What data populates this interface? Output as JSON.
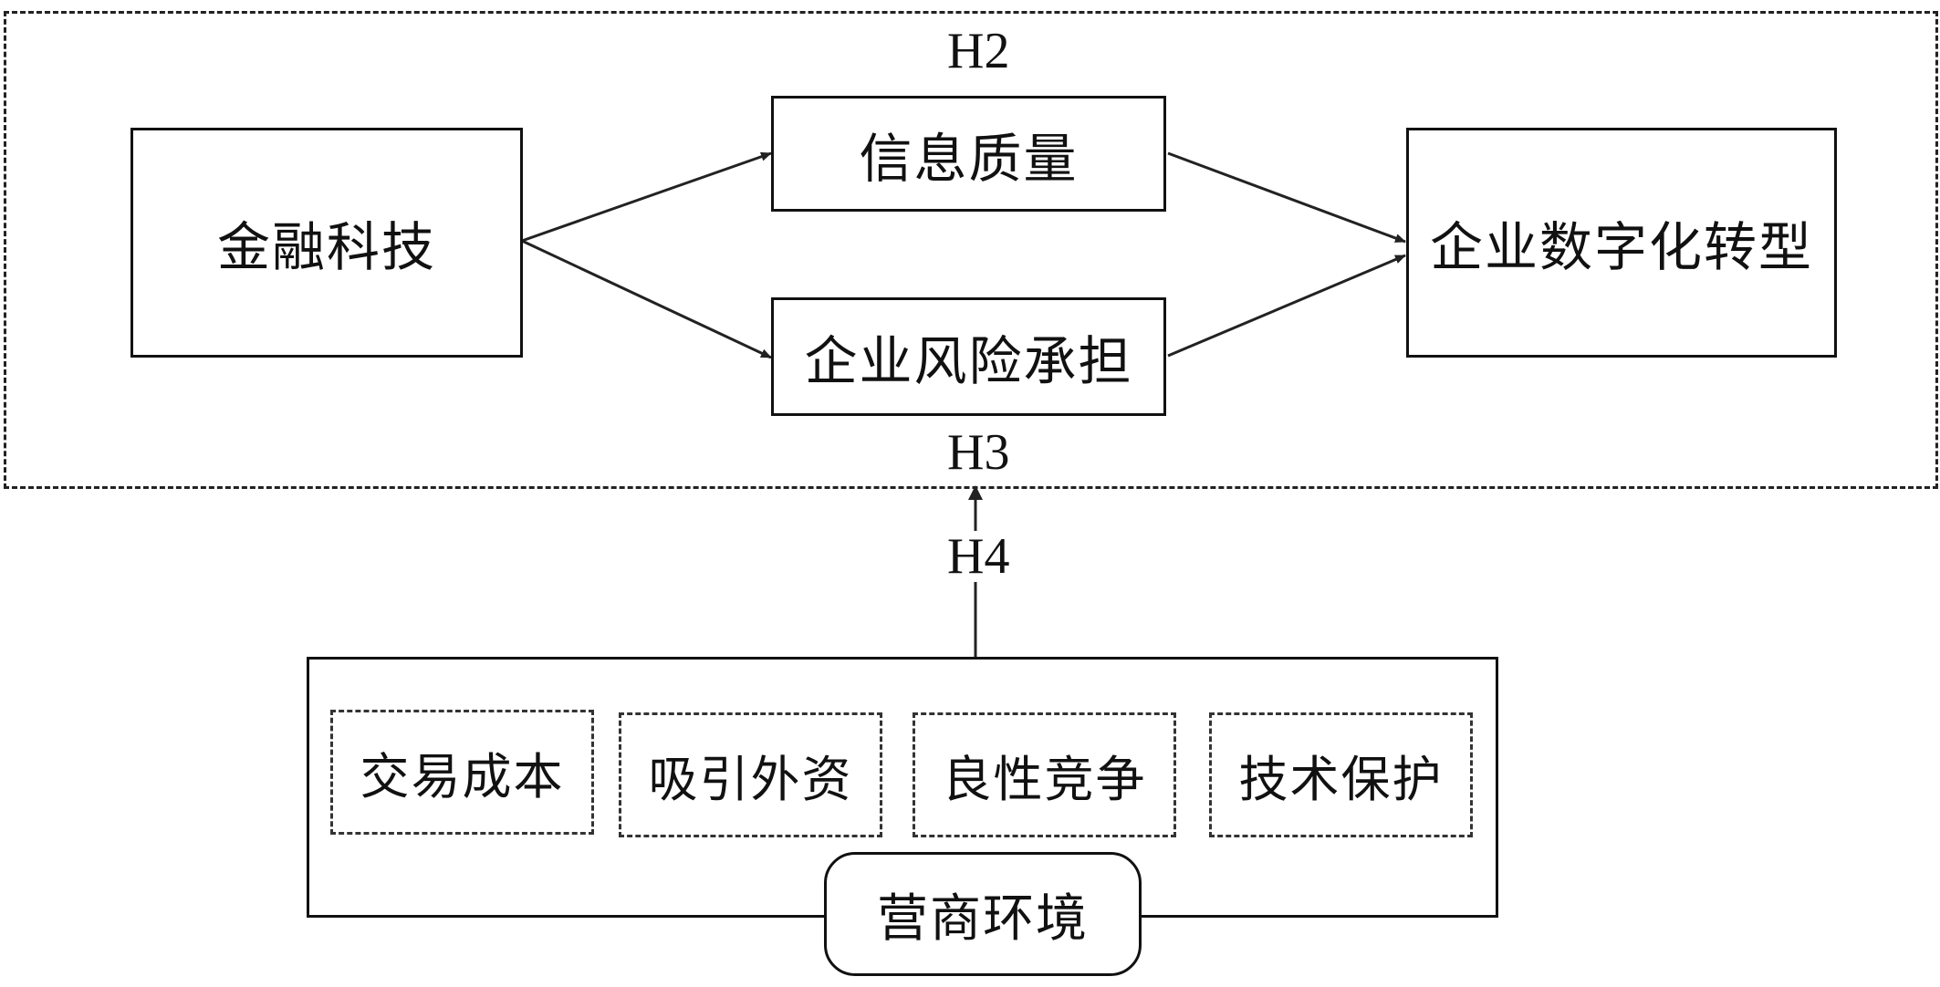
{
  "nodes": {
    "fintech": "金融科技",
    "info_quality": "信息质量",
    "risk_taking": "企业风险承担",
    "digital_transformation": "企业数字化转型"
  },
  "hypotheses": {
    "h2": "H2",
    "h3": "H3",
    "h4": "H4"
  },
  "business_environment": {
    "label": "营商环境",
    "factors": [
      "交易成本",
      "吸引外资",
      "良性竞争",
      "技术保护"
    ]
  }
}
